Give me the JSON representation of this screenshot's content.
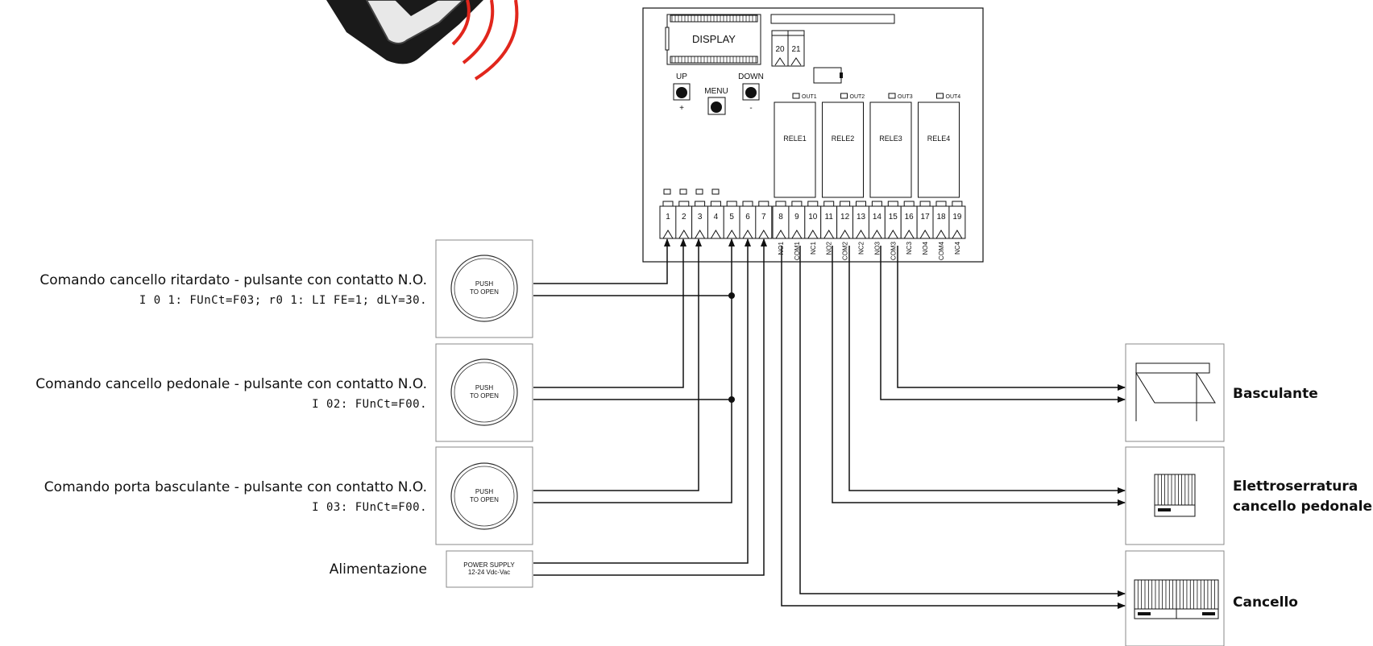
{
  "board": {
    "display_label": "DISPLAY",
    "buttons": {
      "up": "UP",
      "up_sign": "+",
      "menu": "MENU",
      "down": "DOWN",
      "down_sign": "-"
    },
    "aux_terminals": [
      "20",
      "21"
    ],
    "relays": [
      "RELE1",
      "RELE2",
      "RELE3",
      "RELE4"
    ],
    "outputs": [
      "OUT1",
      "OUT2",
      "OUT3",
      "OUT4"
    ],
    "terminals": [
      "1",
      "2",
      "3",
      "4",
      "5",
      "6",
      "7",
      "8",
      "9",
      "10",
      "11",
      "12",
      "13",
      "14",
      "15",
      "16",
      "17",
      "18",
      "19"
    ],
    "relay_pins": [
      "NO1",
      "COM1",
      "NC1",
      "NO2",
      "COM2",
      "NC2",
      "NO3",
      "COM3",
      "NC3",
      "NO4",
      "COM4",
      "NC4"
    ]
  },
  "inputs": [
    {
      "label": "Comando cancello ritardato - pulsante con contatto N.O.",
      "code": "I 0 1: FUnCt=F03; r0 1: LI FE=1; dLY=30.",
      "button_text": [
        "PUSH",
        "TO OPEN"
      ]
    },
    {
      "label": "Comando cancello pedonale - pulsante con contatto N.O.",
      "code": "I 02: FUnCt=F00.",
      "button_text": [
        "PUSH",
        "TO OPEN"
      ]
    },
    {
      "label": "Comando porta basculante - pulsante con contatto N.O.",
      "code": "I 03: FUnCt=F00.",
      "button_text": [
        "PUSH",
        "TO OPEN"
      ]
    },
    {
      "label": "Alimentazione",
      "box_text": [
        "POWER SUPPLY",
        "12-24 Vdc-Vac"
      ]
    }
  ],
  "devices": [
    {
      "label": "Basculante",
      "icon": "garage-door-icon"
    },
    {
      "label_lines": [
        "Elettroserratura",
        "cancello pedonale"
      ],
      "icon": "gate-lock-icon"
    },
    {
      "label": "Cancello",
      "icon": "sliding-gate-icon"
    }
  ],
  "colors": {
    "remote_signal": "#e1261c",
    "wire": "#111111"
  }
}
